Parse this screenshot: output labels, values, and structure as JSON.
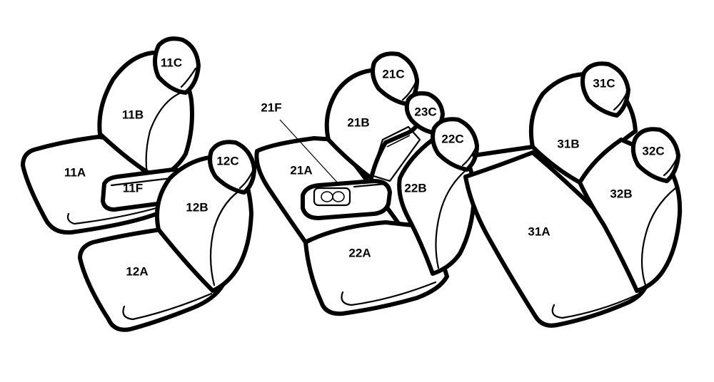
{
  "labels": {
    "seat_11A": "11A",
    "seat_11B": "11B",
    "seat_11C": "11C",
    "seat_11F": "11F",
    "seat_12A": "12A",
    "seat_12B": "12B",
    "seat_12C": "12C",
    "seat_21A": "21A",
    "seat_21B": "21B",
    "seat_21C": "21C",
    "seat_21F": "21F",
    "seat_22A": "22A",
    "seat_22B": "22B",
    "seat_22C": "22C",
    "seat_23C": "23C",
    "seat_31A": "31A",
    "seat_31B": "31B",
    "seat_31C": "31C",
    "seat_32B": "32B",
    "seat_32C": "32C"
  },
  "colors": {
    "line": "#000000",
    "fill": "#ffffff"
  }
}
